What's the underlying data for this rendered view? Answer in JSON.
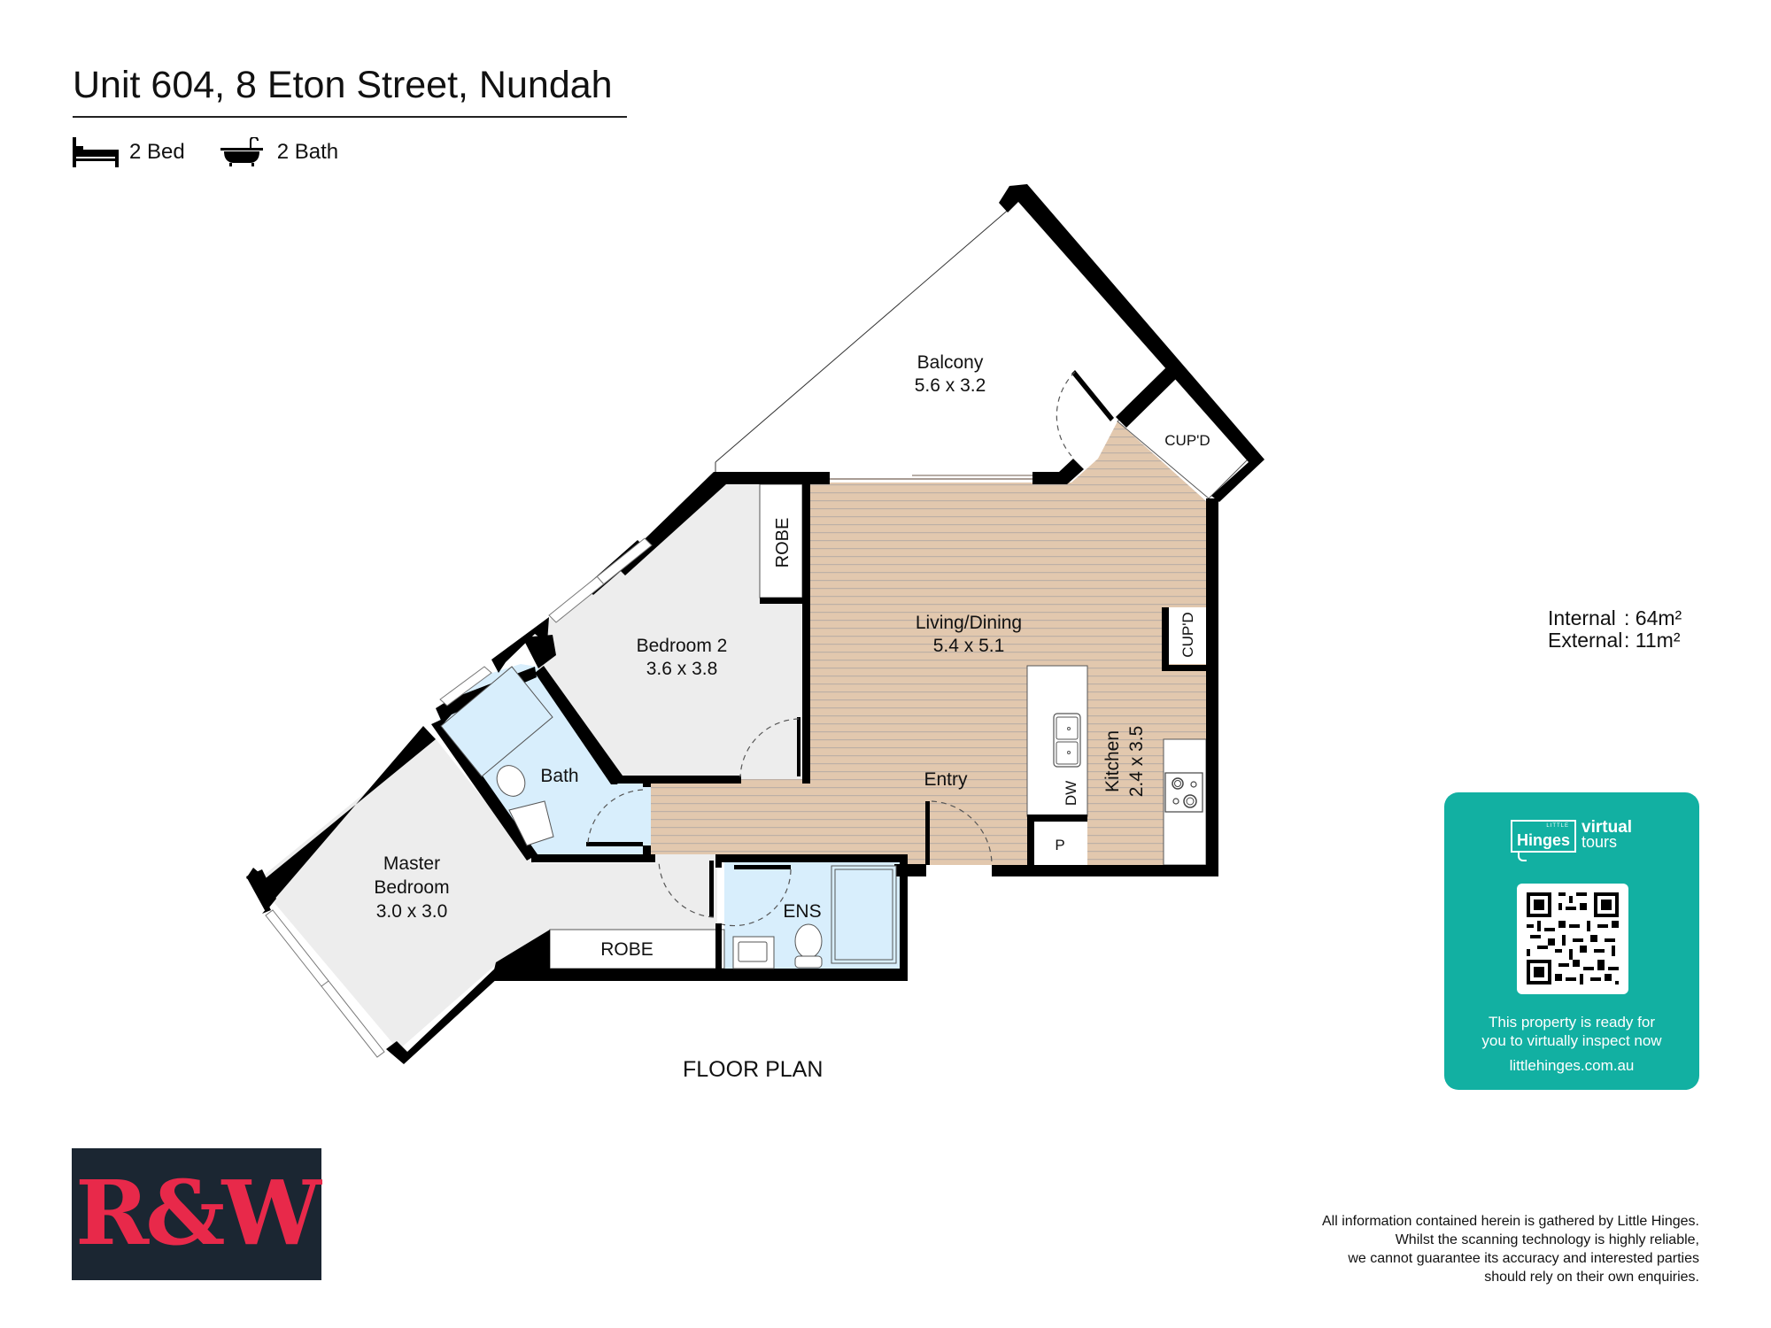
{
  "header": {
    "title": "Unit 604, 8 Eton Street, Nundah",
    "features": [
      {
        "icon": "bed-icon",
        "label": "2 Bed"
      },
      {
        "icon": "bathtub-icon",
        "label": "2 Bath"
      }
    ]
  },
  "rooms": {
    "balcony": {
      "name": "Balcony",
      "size": "5.6 x 3.2"
    },
    "cupd_balcony": {
      "name": "CUP'D"
    },
    "living": {
      "name": "Living/Dining",
      "size": "5.4 x 5.1"
    },
    "cupd_living": {
      "name": "CUP'D"
    },
    "kitchen": {
      "name": "Kitchen",
      "size": "2.4 x 3.5"
    },
    "dishwasher": {
      "name": "DW"
    },
    "pantry": {
      "name": "P"
    },
    "entry": {
      "name": "Entry"
    },
    "bedroom2": {
      "name": "Bedroom 2",
      "size": "3.6 x 3.8"
    },
    "robe_bed2": {
      "name": "ROBE"
    },
    "bath": {
      "name": "Bath"
    },
    "master": {
      "name_line1": "Master",
      "name_line2": "Bedroom",
      "size": "3.0 x 3.0"
    },
    "robe_master": {
      "name": "ROBE"
    },
    "ensuite": {
      "name": "ENS"
    }
  },
  "floor_plan_label": "FLOOR PLAN",
  "areas": {
    "internal": {
      "label": "Internal",
      "value": ": 64m²"
    },
    "external": {
      "label": "External",
      "value": ": 11m²"
    }
  },
  "virtual_tour_card": {
    "brand_small": "LITTLE",
    "brand_name": "Hinges",
    "brand_virtual": "virtual",
    "brand_tours": "tours",
    "message_line1": "This property is ready for",
    "message_line2": "you to virtually inspect now",
    "url": "littlehinges.com.au",
    "color": "#12b0a2"
  },
  "agency_logo": {
    "text": "R&W",
    "bg": "#1b2632",
    "fg": "#e8294a"
  },
  "disclaimer": [
    "All information contained herein is gathered by Little Hinges.",
    "Whilst the scanning technology is highly reliable,",
    "we cannot guarantee its accuracy and interested parties",
    "should rely on their own enquiries."
  ],
  "colors": {
    "wall": "#000000",
    "timber_floor": "#e2c8ae",
    "carpet": "#ededed",
    "wet_area": "#d8eefc"
  }
}
